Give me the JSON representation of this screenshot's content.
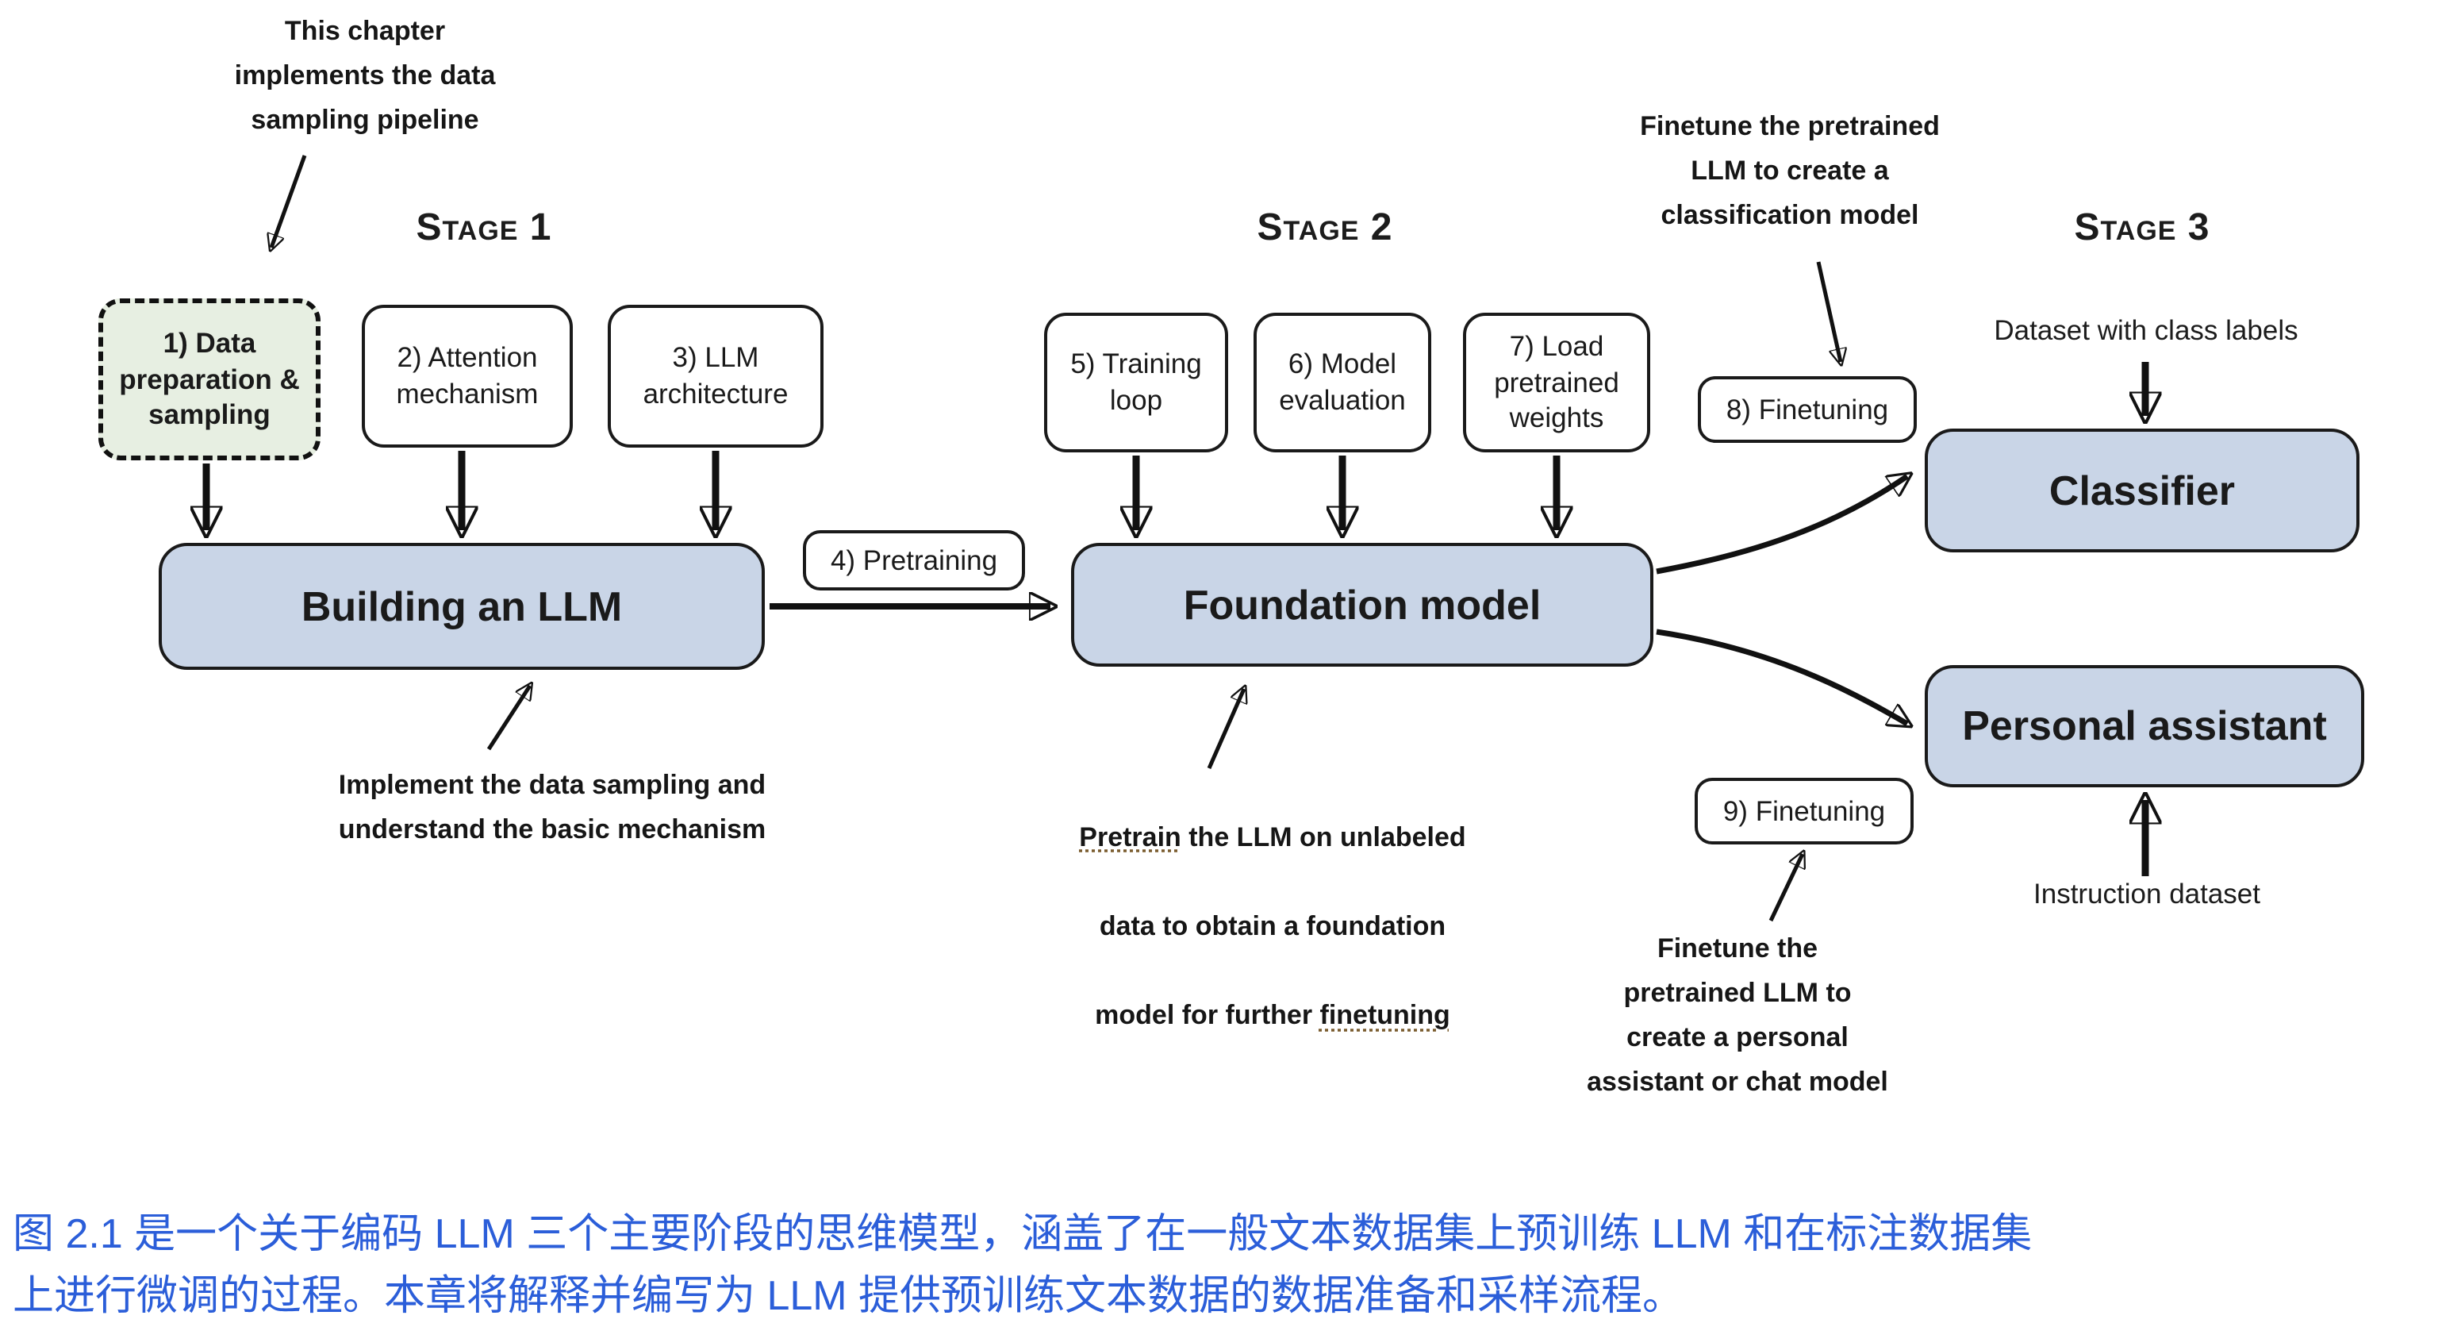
{
  "stages": [
    {
      "label": "Stage 1"
    },
    {
      "label": "Stage 2"
    },
    {
      "label": "Stage 3"
    }
  ],
  "pipeline_boxes": {
    "data_prep": "1) Data preparation & sampling",
    "attention": "2) Attention mechanism",
    "architecture": "3) LLM architecture",
    "pretraining": "4) Pretraining",
    "training_loop": "5) Training loop",
    "model_eval": "6) Model evaluation",
    "load_weights": "7) Load pretrained weights",
    "finetuning_cls": "8) Finetuning",
    "finetuning_pa": "9) Finetuning"
  },
  "main_boxes": {
    "building": "Building an LLM",
    "foundation": "Foundation model",
    "classifier": "Classifier",
    "assistant": "Personal assistant"
  },
  "annotations": {
    "chapter": "This chapter\nimplements the data\nsampling pipeline",
    "finetune_cls": "Finetune the pretrained\nLLM to create a\nclassification model",
    "implement": "Implement the data sampling and\nunderstand the basic mechanism",
    "pretrain": {
      "u1": "Pretrain",
      "l1": " the LLM on unlabeled",
      "l2": "data to obtain a foundation",
      "l3": "model for further ",
      "u2": "finetuning"
    },
    "finetune_pa": "Finetune the\npretrained LLM to\ncreate a personal\nassistant or chat model",
    "dataset_labels": "Dataset with class labels",
    "instruction_dataset": "Instruction dataset"
  },
  "caption": "图 2.1 是一个关于编码 LLM 三个主要阶段的思维模型，涵盖了在一般文本数据集上预训练 LLM 和在标注数据集\n上进行微调的过程。本章将解释并编写为 LLM 提供预训练文本数据的数据准备和采样流程。",
  "colors": {
    "main_box_fill": "#c9d5e7",
    "data_prep_fill": "#e7efe2",
    "caption_blue": "#2b5ed9",
    "ink": "#111111"
  }
}
